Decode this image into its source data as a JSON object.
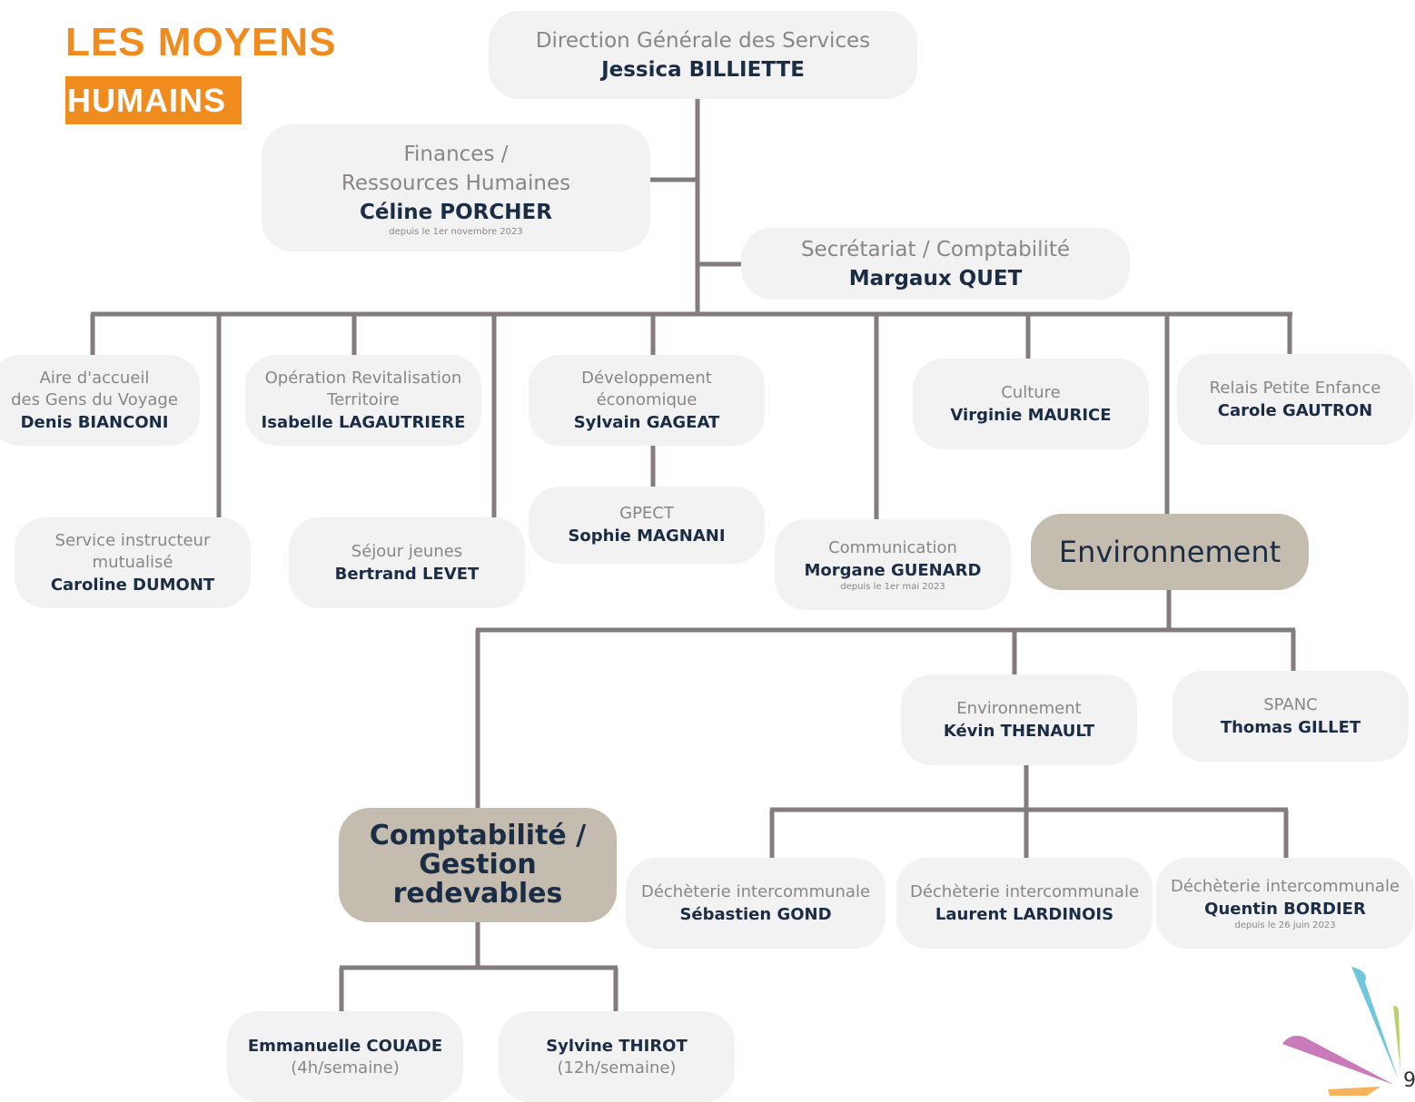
{
  "header": {
    "line1": "LES MOYENS",
    "line2": "HUMAINS"
  },
  "dgs": {
    "label": "Direction Générale des Services",
    "name": "Jessica BILLIETTE"
  },
  "finances": {
    "label1": "Finances /",
    "label2": "Ressources Humaines",
    "name": "Céline PORCHER",
    "note": "depuis le 1er novembre 2023"
  },
  "secretariat": {
    "label": "Secrétariat / Comptabilité",
    "name": "Margaux QUET"
  },
  "aire": {
    "label1": "Aire d'accueil",
    "label2": "des Gens du Voyage",
    "name": "Denis BIANCONI"
  },
  "orv": {
    "label1": "Opération Revitalisation",
    "label2": "Territoire",
    "name": "Isabelle LAGAUTRIERE"
  },
  "deveco": {
    "label1": "Développement",
    "label2": "économique",
    "name": "Sylvain GAGEAT"
  },
  "culture": {
    "label": "Culture",
    "name": "Virginie MAURICE"
  },
  "rpe": {
    "label": "Relais Petite Enfance",
    "name": "Carole GAUTRON"
  },
  "instructeur": {
    "label1": "Service instructeur",
    "label2": "mutualisé",
    "name": "Caroline DUMONT"
  },
  "sejour": {
    "label": "Séjour jeunes",
    "name": "Bertrand LEVET"
  },
  "gpect": {
    "label": "GPECT",
    "name": "Sophie MAGNANI"
  },
  "communication": {
    "label": "Communication",
    "name": "Morgane GUENARD",
    "note": "depuis le 1er mai 2023"
  },
  "environnement_head": {
    "label": "Environnement"
  },
  "env_agent": {
    "label": "Environnement",
    "name": "Kévin THENAULT"
  },
  "spanc": {
    "label": "SPANC",
    "name": "Thomas GILLET"
  },
  "compta_head": {
    "label1": "Comptabilité /",
    "label2": "Gestion redevables"
  },
  "dechet1": {
    "label": "Déchèterie intercommunale",
    "name": "Sébastien GOND"
  },
  "dechet2": {
    "label": "Déchèterie intercommunale",
    "name": "Laurent LARDINOIS"
  },
  "dechet3": {
    "label": "Déchèterie intercommunale",
    "name": "Quentin BORDIER",
    "note": "depuis le 26 juin 2023"
  },
  "couade": {
    "name": "Emmanuelle COUADE",
    "hours": "(4h/semaine)"
  },
  "thirot": {
    "name": "Sylvine THIROT",
    "hours": "(12h/semaine)"
  },
  "page": {
    "number": "9"
  },
  "colors": {
    "accent": "#f08c1e",
    "line": "#837b7e",
    "box": "#f2f2f2",
    "box_dark": "#c4bcae",
    "name_text": "#1b2c45",
    "label_text": "#8a8588"
  }
}
